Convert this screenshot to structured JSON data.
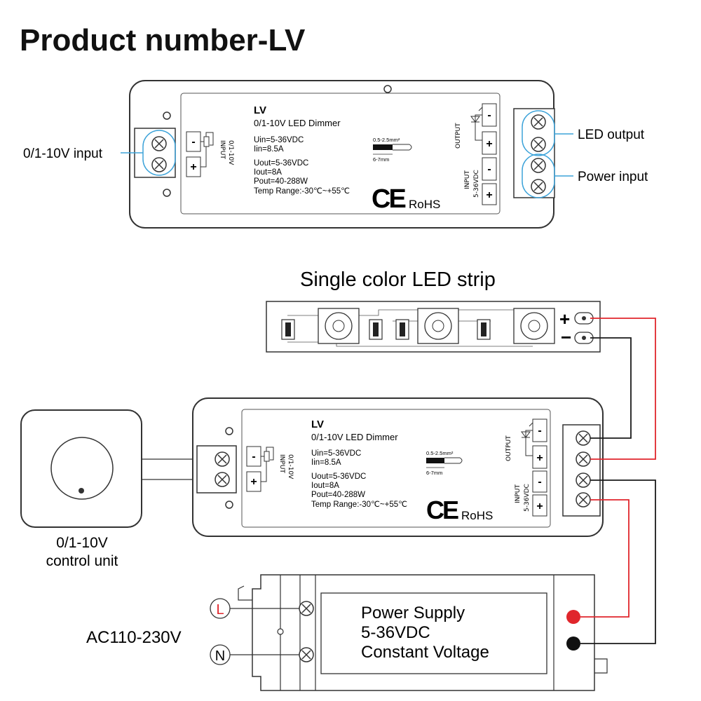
{
  "page": {
    "title": "Product number-LV"
  },
  "device": {
    "model": "LV",
    "subtitle": "0/1-10V LED Dimmer",
    "uin": "Uin=5-36VDC",
    "iin": "Iin=8.5A",
    "uout": "Uout=5-36VDC",
    "iout": "Iout=8A",
    "pout": "Pout=40-288W",
    "temp": "Temp Range:-30℃~+55℃",
    "wire_size": "0.5-2.5mm²",
    "strip_len": "6-7mm",
    "ce": "CE",
    "rohs": "RoHS",
    "input_label": "INPUT",
    "input_range": "0/1-10V",
    "output_label": "OUTPUT",
    "power_input_label": "INPUT",
    "power_input_range": "5-36VDC",
    "minus": "-",
    "plus": "+"
  },
  "callouts": {
    "dim_input": "0/1-10V input",
    "led_output": "LED output",
    "power_input": "Power input"
  },
  "wiring": {
    "strip_title": "Single color LED strip",
    "strip_plus": "+",
    "strip_minus": "−",
    "control_unit_line1": "0/1-10V",
    "control_unit_line2": "control unit",
    "ac_label": "AC110-230V",
    "live": "L",
    "neutral": "N",
    "psu_line1": "Power Supply",
    "psu_line2": "5-36VDC",
    "psu_line3": "Constant Voltage"
  },
  "colors": {
    "positive_wire": "#e0262c",
    "negative_wire": "#1a1a1a",
    "callout_line": "#3da3d9",
    "outline": "#333333"
  }
}
